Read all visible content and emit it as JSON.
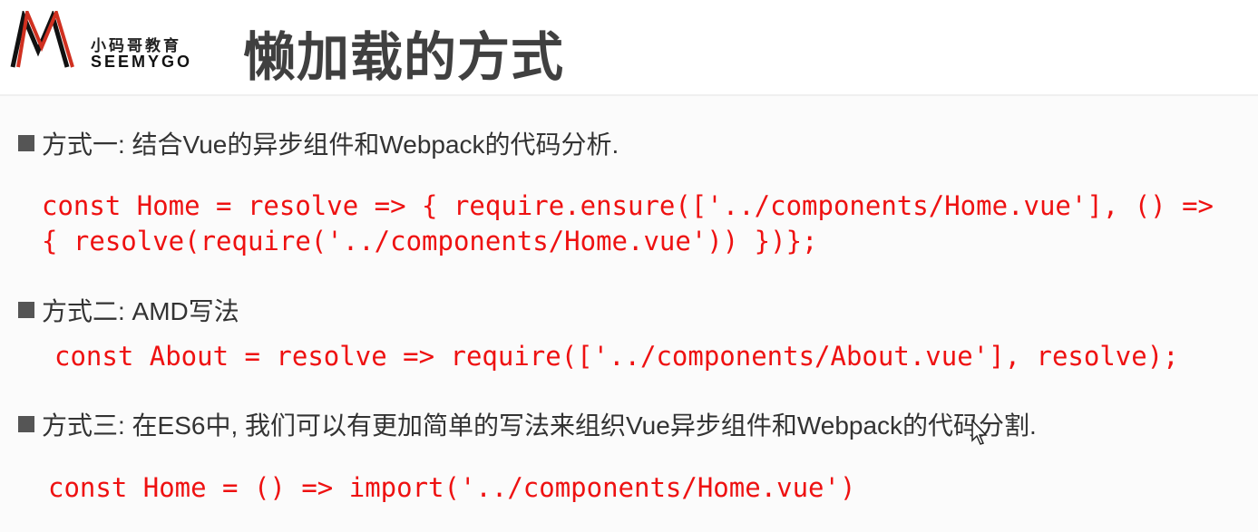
{
  "logo": {
    "cn": "小码哥教育",
    "en": "SEEMYGO"
  },
  "title": "懒加载的方式",
  "sections": [
    {
      "label": "方式一: 结合Vue的异步组件和Webpack的代码分析.",
      "code": [
        "const Home = resolve => { require.ensure(['../components/Home.vue'], () =>",
        "{ resolve(require('../components/Home.vue')) })};"
      ]
    },
    {
      "label": "方式二: AMD写法",
      "code": [
        "const About = resolve => require(['../components/About.vue'], resolve);"
      ]
    },
    {
      "label": "方式三: 在ES6中, 我们可以有更加简单的写法来组织Vue异步组件和Webpack的代码分割.",
      "code": [
        "const Home = () => import('../components/Home.vue')"
      ]
    }
  ],
  "colors": {
    "code": "#ee1111",
    "text": "#333333",
    "title": "#404040"
  }
}
